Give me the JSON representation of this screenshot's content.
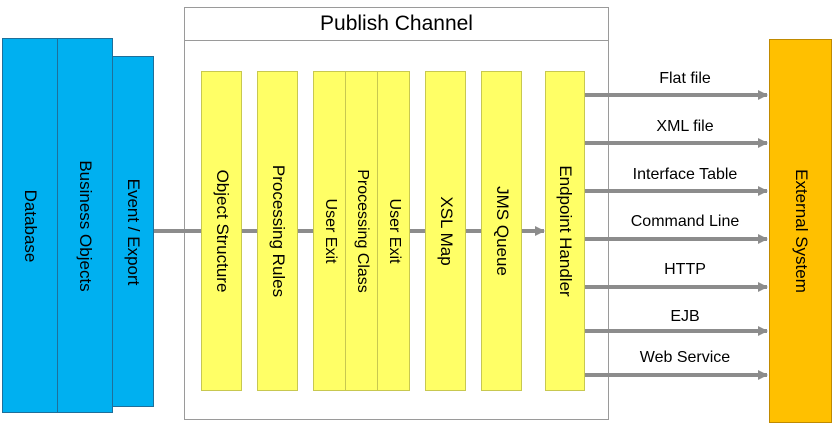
{
  "title": "Publish Channel",
  "source_stack": [
    "Database",
    "Business Objects",
    "Event / Export"
  ],
  "pipeline": [
    "Object Structure",
    "Processing Rules",
    "User Exit",
    "Processing Class",
    "User Exit",
    "XSL Map",
    "JMS Queue",
    "Endpoint Handler"
  ],
  "target": "External System",
  "outputs": [
    "Flat file",
    "XML file",
    "Interface Table",
    "Command Line",
    "HTTP",
    "EJB",
    "Web Service"
  ],
  "colors": {
    "source": "#00B0F0",
    "pipeline": "#FFFF66",
    "target": "#FFC000",
    "arrow": "#8C8C8C"
  }
}
